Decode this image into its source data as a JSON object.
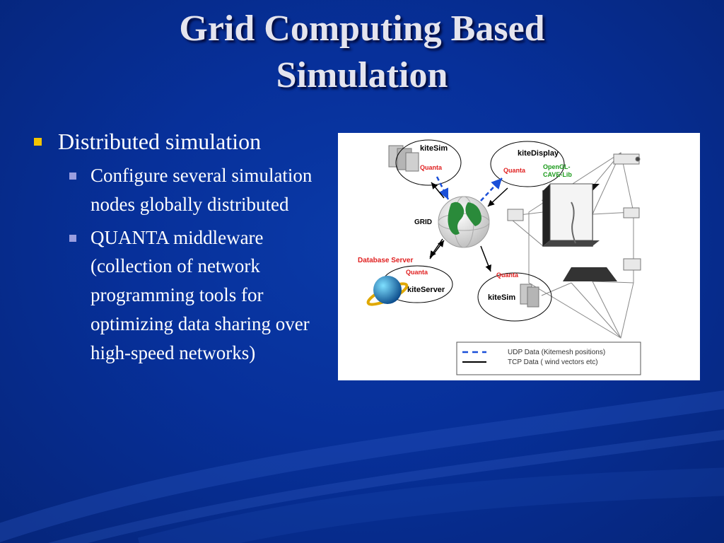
{
  "slide": {
    "title_line1": "Grid Computing Based",
    "title_line2": "Simulation"
  },
  "bullets": {
    "main": "Distributed simulation",
    "sub": [
      "Configure several simulation nodes globally distributed",
      "QUANTA middleware (collection of network programming tools for optimizing data sharing over high-speed networks)"
    ]
  },
  "diagram": {
    "kitesim_top": "kiteSim",
    "quanta_top": "Quanta",
    "kitedisplay": "kiteDisplay",
    "quanta_display": "Quanta",
    "opengl_line1": "OpenGL-",
    "opengl_line2": "CAVE-Lib",
    "grid": "GRID",
    "database_server": "Database Server",
    "quanta_server": "Quanta",
    "kiteserver": "kiteServer",
    "quanta_bottom": "Quanta",
    "kitesim_bottom": "kiteSim",
    "legend_udp": "UDP Data (Kitemesh positions)",
    "legend_tcp": "TCP Data ( wind vectors etc)"
  },
  "colors": {
    "background": "#07309a",
    "title": "#e4e4ee",
    "bullet_level1": "#f2c400",
    "bullet_level2": "#9a9ee0",
    "quanta_label": "#e02020",
    "opengl_label": "#1a9a1a",
    "udp_arrow": "#1a4fd8",
    "tcp_arrow": "#000000"
  }
}
